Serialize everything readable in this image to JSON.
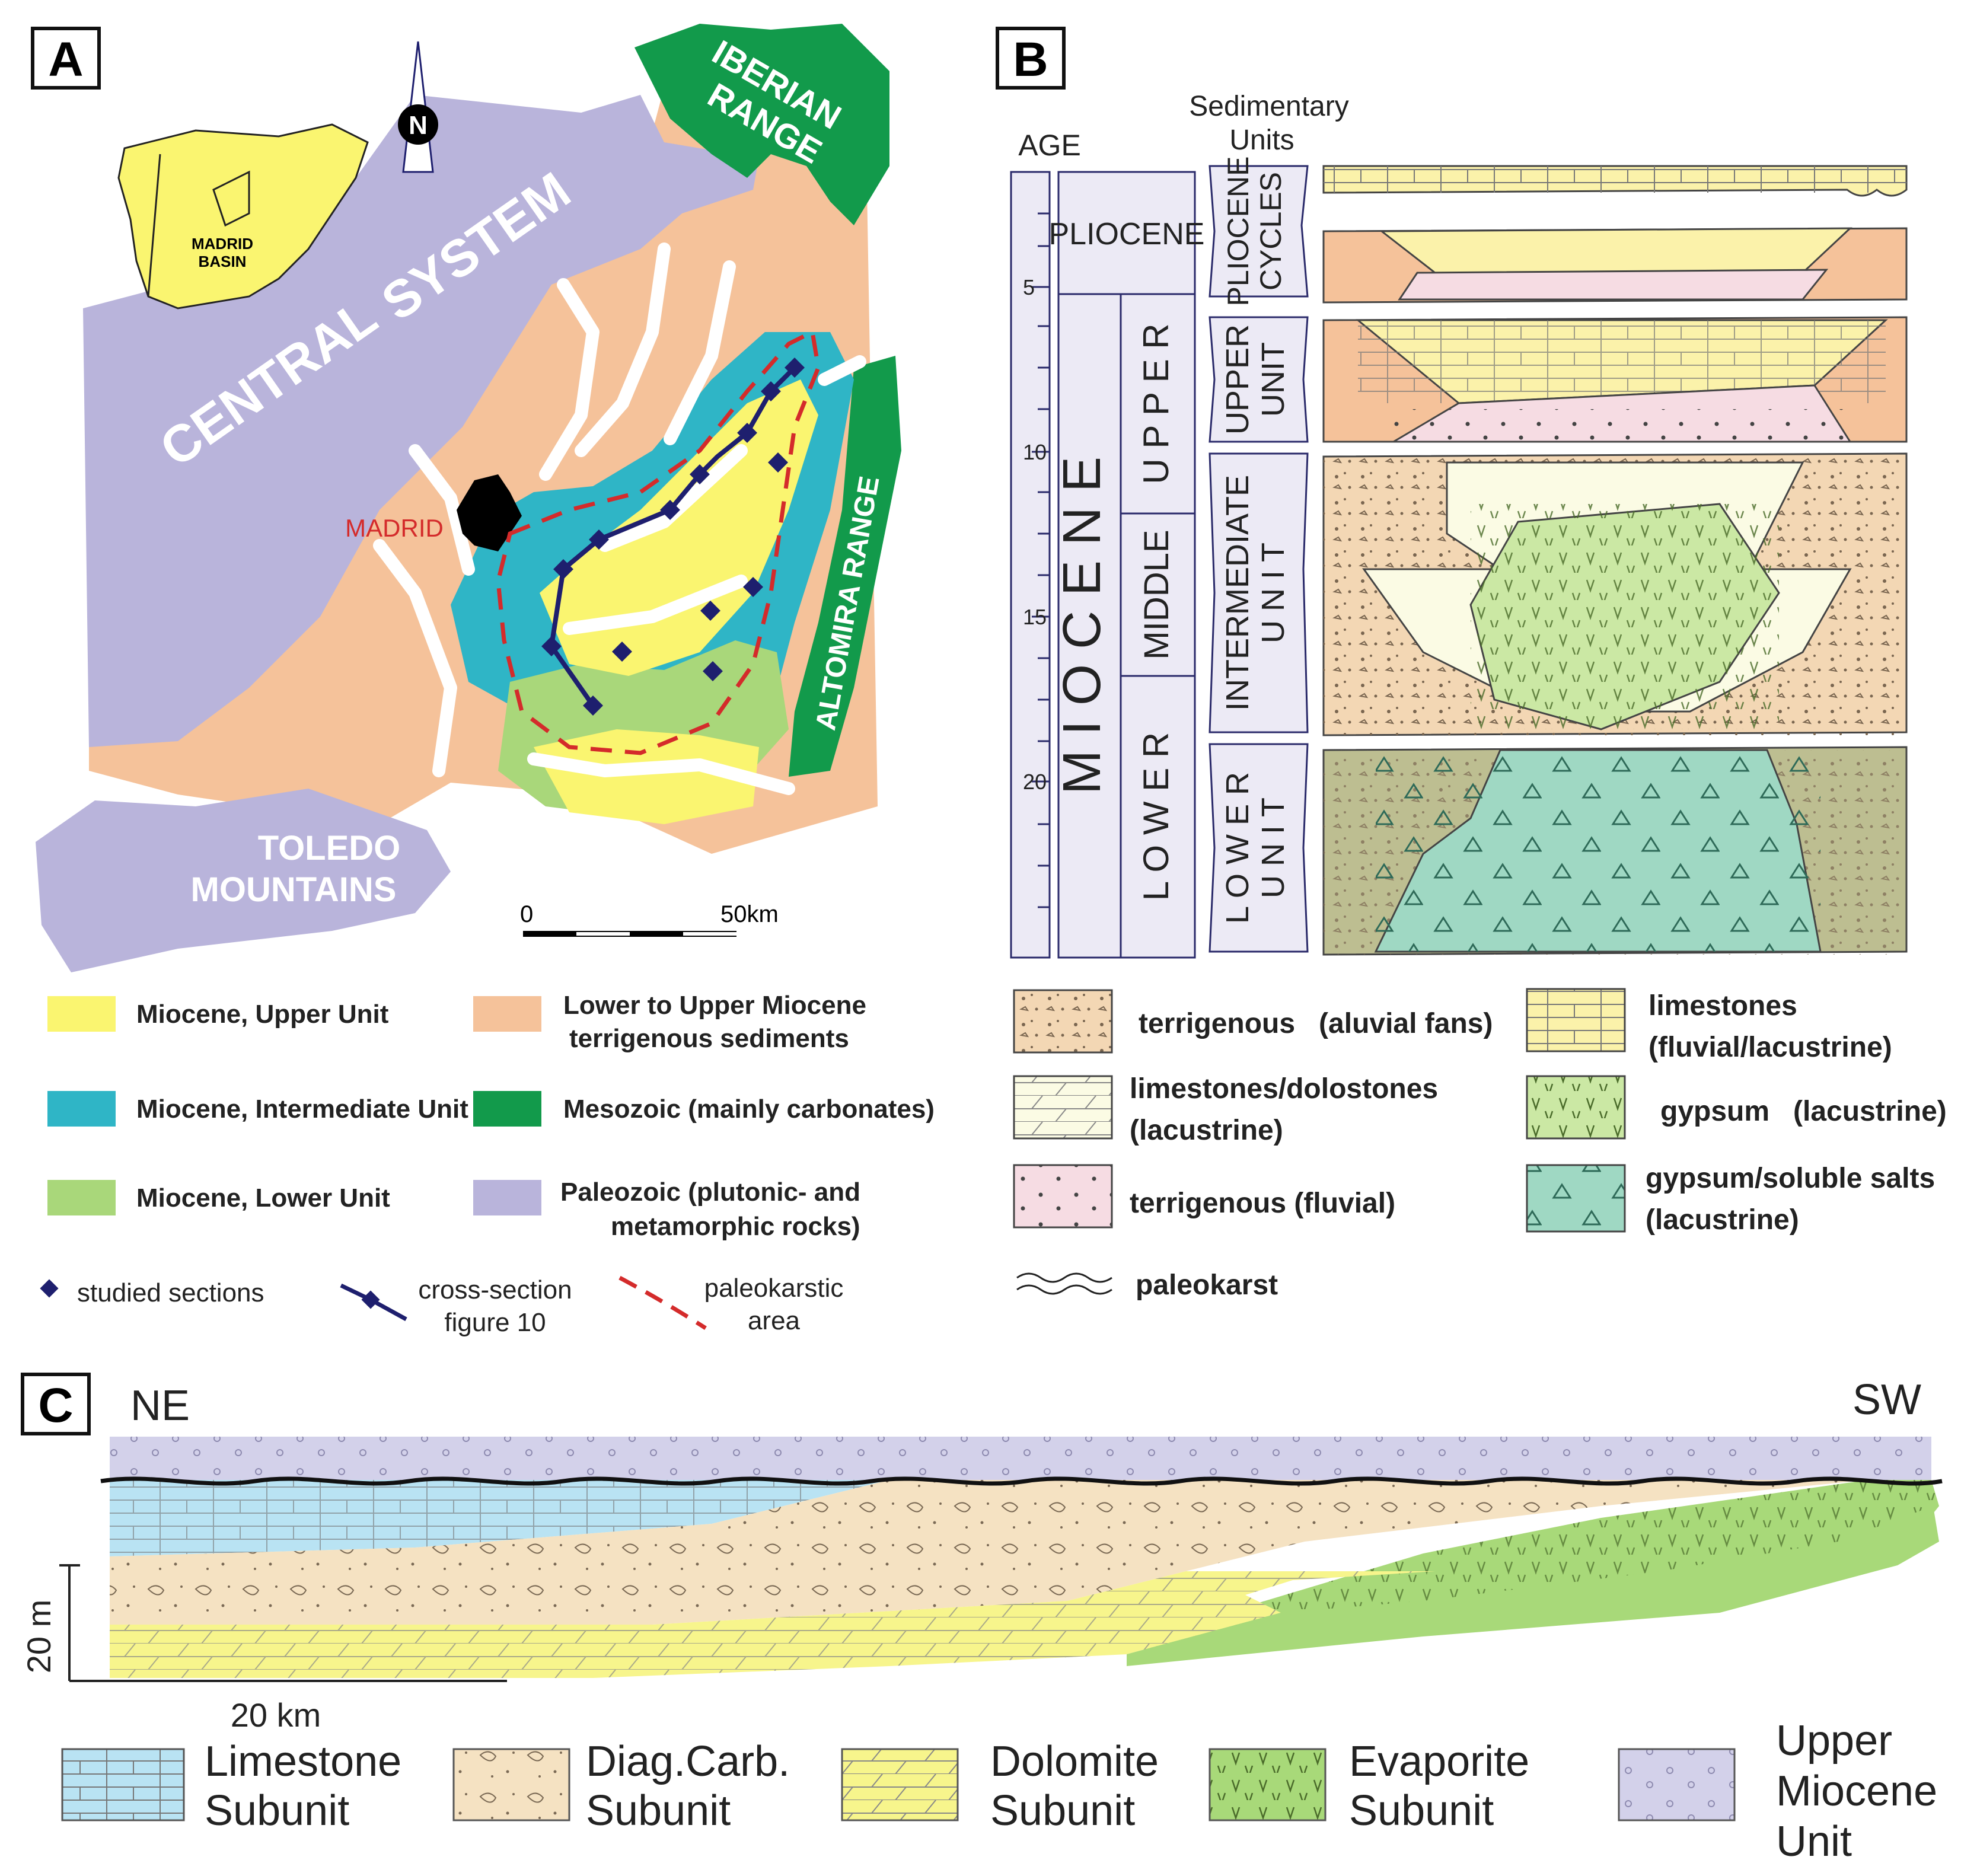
{
  "colors": {
    "upper_unit": "#FAF570",
    "intermediate_unit": "#2FB5C6",
    "lower_unit": "#A9D77A",
    "terrigenous": "#F5C29A",
    "mesozoic": "#129A4B",
    "paleozoic": "#B9B4DB",
    "cross_section": "#1E1F6E",
    "paleokarst": "#D42B2B",
    "madrid": "#000000",
    "aluvial": "#F3D7B4",
    "lime_dolo": "#FBFBE4",
    "fluvial": "#F6DCE3",
    "limestone": "#FBF2AA",
    "gypsum": "#CBE8A4",
    "soluble": "#9FD8C3",
    "lower_block": "#BDBE91",
    "limestone_subunit": "#B9E3F3",
    "diag_carb": "#F5E2C2",
    "dolomite": "#F7F58C",
    "evaporite": "#A8D979",
    "upper_miocene": "#D3D1EA"
  },
  "panel_a": {
    "letter": "A",
    "north": "N",
    "inset": {
      "label_line1": "MADRID",
      "label_line2": "BASIN"
    },
    "regions": {
      "central": [
        "CENTRAL",
        "SYSTEM"
      ],
      "iberian": [
        "IBERIAN",
        "RANGE"
      ],
      "altomira": "ALTOMIRA RANGE",
      "toledo": [
        "TOLEDO",
        "MOUNTAINS"
      ],
      "madrid": "MADRID"
    },
    "scale": {
      "start": "0",
      "end": "50km"
    },
    "legend": [
      {
        "label": "Miocene, Upper Unit",
        "color_key": "upper_unit"
      },
      {
        "label": "Miocene, Intermediate Unit",
        "color_key": "intermediate_unit"
      },
      {
        "label": "Miocene, Lower Unit",
        "color_key": "lower_unit"
      },
      {
        "label": [
          "Lower to Upper Miocene",
          "terrigenous sediments"
        ],
        "color_key": "terrigenous"
      },
      {
        "label": "Mesozoic (mainly carbonates)",
        "color_key": "mesozoic"
      },
      {
        "label": [
          "Paleozoic (plutonic- and",
          "metamorphic rocks)"
        ],
        "color_key": "paleozoic"
      }
    ],
    "symbols": {
      "studied": "studied sections",
      "cross": [
        "cross-section",
        "figure 10"
      ],
      "paleokarst": [
        "paleokarstic",
        "area"
      ]
    }
  },
  "panel_b": {
    "letter": "B",
    "age_title": "AGE",
    "units_title": [
      "Sedimentary",
      "Units"
    ],
    "ticks": [
      "5",
      "10",
      "15",
      "20"
    ],
    "epochs": {
      "pliocene": "PLIOCENE",
      "miocene": "M I O C E N E"
    },
    "subepochs": {
      "upper": "U P P E R",
      "middle": "MIDDLE",
      "lower": "L O W E R"
    },
    "units": [
      [
        "PLIOCENE",
        "CYCLES"
      ],
      [
        "UPPER",
        "UNIT"
      ],
      [
        "INTERMEDIATE",
        "U N I T"
      ],
      [
        "L O W E R",
        "U N I T"
      ]
    ],
    "legend": [
      {
        "label": "terrigenous   (aluvial fans)",
        "color_key": "aluvial"
      },
      {
        "label": [
          "limestones/dolostones",
          "(lacustrine)"
        ],
        "color_key": "lime_dolo"
      },
      {
        "label": "terrigenous (fluvial)",
        "color_key": "fluvial"
      },
      {
        "label": [
          "limestones",
          "(fluvial/lacustrine)"
        ],
        "color_key": "limestone"
      },
      {
        "label": "gypsum   (lacustrine)",
        "color_key": "gypsum"
      },
      {
        "label": [
          "gypsum/soluble salts",
          "(lacustrine)"
        ],
        "color_key": "soluble"
      }
    ],
    "paleokarst": "paleokarst"
  },
  "panel_c": {
    "letter": "C",
    "ne": "NE",
    "sw": "SW",
    "vscale": "20 m",
    "hscale": "20 km",
    "legend": [
      {
        "label": [
          "Limestone",
          "Subunit"
        ],
        "color_key": "limestone_subunit"
      },
      {
        "label": [
          "Diag.Carb.",
          "Subunit"
        ],
        "color_key": "diag_carb"
      },
      {
        "label": [
          "Dolomite",
          "Subunit"
        ],
        "color_key": "dolomite"
      },
      {
        "label": [
          "Evaporite",
          "Subunit"
        ],
        "color_key": "evaporite"
      },
      {
        "label": [
          "Upper",
          "Miocene",
          "Unit"
        ],
        "color_key": "upper_miocene"
      }
    ]
  }
}
